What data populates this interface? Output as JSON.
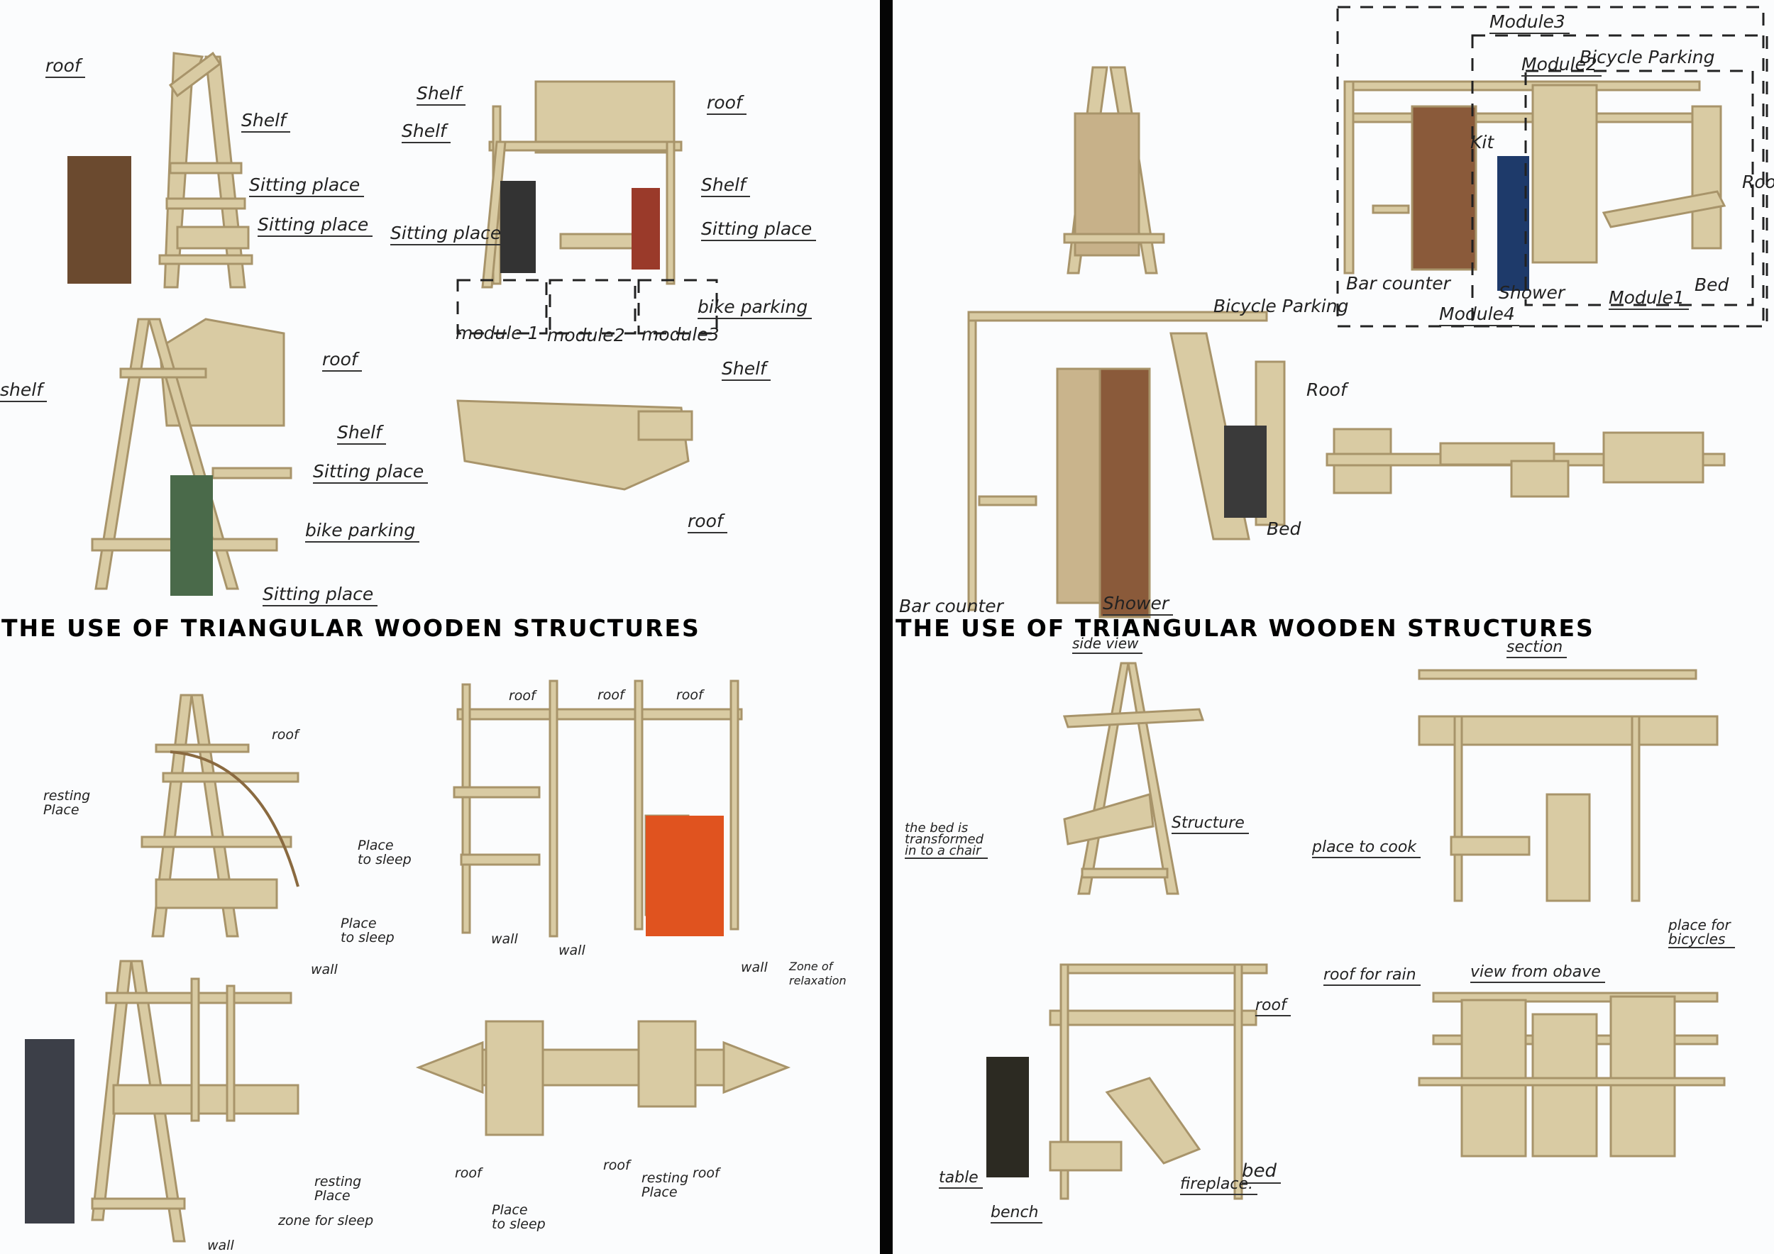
{
  "title": "THE USE OF TRIANGULAR WOODEN STRUCTURES",
  "colors": {
    "wood": "#d9cba3",
    "wood_dark": "#a8946a",
    "ink": "#222222",
    "divider": "#050505"
  },
  "top_left": {
    "labels": [
      "roof",
      "Shelf",
      "Sitting place",
      "Sitting place",
      "Shelf",
      "Shelf",
      "roof",
      "Shelf",
      "Sitting place",
      "Sitting place",
      "bike parking",
      "module 1",
      "module2",
      "module3",
      "roof",
      "shelf",
      "Shelf",
      "Sitting place",
      "bike parking",
      "Sitting place",
      "Shelf",
      "roof"
    ]
  },
  "top_right": {
    "labels": [
      "Module3",
      "Module2",
      "Bicycle Parking",
      "Kit",
      "Roof",
      "Bar counter",
      "Shower",
      "Module1",
      "Bed",
      "Module4",
      "Bicycle Parking",
      "Roof",
      "Bed",
      "Bar counter",
      "Shower"
    ]
  },
  "bottom_left": {
    "labels": [
      "roof",
      "resting\nPlace",
      "Place\nto sleep",
      "Place\nto sleep",
      "wall",
      "roof",
      "roof",
      "roof",
      "wall",
      "wall",
      "wall",
      "Zone of\nrelaxation",
      "resting\nPlace",
      "zone for  sleep",
      "wall",
      "roof",
      "roof",
      "resting\nPlace",
      "roof",
      "Place\nto sleep"
    ]
  },
  "bottom_right": {
    "labels": [
      "side view",
      "section",
      "Structure",
      "the bed is\ntransformed\nin to a chair",
      "place to cook",
      "place for\nbicycles",
      "roof for rain",
      "view  from obave",
      "roof",
      "table",
      "bed",
      "fireplace.",
      "bench"
    ]
  }
}
